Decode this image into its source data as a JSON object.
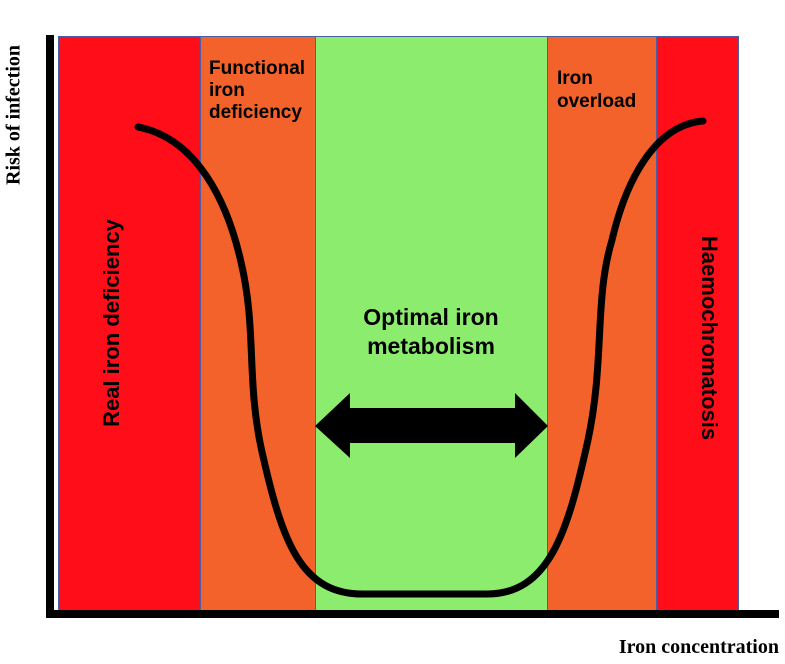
{
  "zones": {
    "real_deficiency": {
      "label": "Real iron deficiency",
      "color": "#ff0d19"
    },
    "functional_deficiency": {
      "label": "Functional\niron\ndeficiency",
      "color": "#f3622a"
    },
    "optimal": {
      "label": "Optimal iron\nmetabolism",
      "color": "#8cec6e"
    },
    "overload": {
      "label": "Iron\noverload",
      "color": "#f3622a"
    },
    "haemochromatosis": {
      "label": "Haemochromatosis",
      "color": "#ff0d19"
    }
  },
  "axes": {
    "y_label": "Risk of infection",
    "x_label": "Iron concentration",
    "color": "#000000"
  },
  "curve": {
    "color": "#000000"
  },
  "arrow": {
    "color": "#000000",
    "direction": "bidirectional"
  }
}
